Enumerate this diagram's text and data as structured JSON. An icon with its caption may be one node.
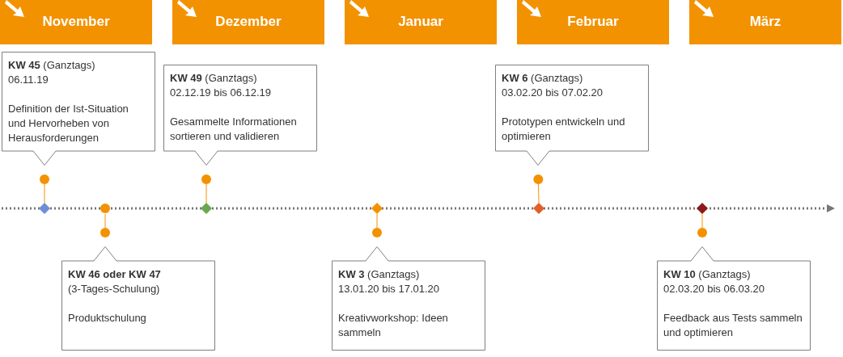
{
  "diagram": {
    "nodes": [
      {
        "text": [
          "November"
        ]
      },
      {
        "text": [
          "Dezember"
        ]
      },
      {
        "text": [
          "Januar"
        ]
      },
      {
        "text": [
          "Februar"
        ]
      },
      {
        "text": [
          "März"
        ]
      },
      {
        "text": [
          "**KW 45** (Ganztags)",
          "06.11.19",
          "Definition der Ist-Situation und Hervorheben von Herausforderungen"
        ]
      },
      {
        "text": [
          "**KW 46 oder KW 47** (3-Tages-Schulung)",
          "Produktschulung"
        ]
      },
      {
        "text": [
          "**KW 49** (Ganztags)",
          "02.12.19 bis 06.12.19",
          "Gesammelte Informationen sortieren und validieren"
        ]
      },
      {
        "text": [
          "**KW 3** (Ganztags)",
          "13.01.20 bis 17.01.20",
          "Kreativworkshop: Ideen sammeln"
        ]
      },
      {
        "text": [
          "**KW 6** (Ganztags)",
          "03.02.20 bis 07.02.20",
          "Prototypen entwickeln und optimieren"
        ]
      },
      {
        "text": [
          "**KW 10** (Ganztags)",
          "02.03.20 bis 06.03.20",
          "Feedback aus Tests sammeln und optimieren"
        ]
      },
      {
        "text": [],
        "shape": "diamond"
      },
      {
        "text": [],
        "shape": "circle"
      },
      {
        "text": [],
        "shape": "diamond"
      },
      {
        "text": [],
        "shape": "diamond"
      },
      {
        "text": [],
        "shape": "diamond"
      },
      {
        "text": [],
        "shape": "diamond"
      }
    ],
    "edges": [
      {
        "from": 5,
        "to": 11,
        "arrow": "other"
      },
      {
        "from": 6,
        "to": 12,
        "arrow": "other"
      },
      {
        "from": 7,
        "to": 13,
        "arrow": "other"
      },
      {
        "from": 8,
        "to": 14,
        "arrow": "other"
      },
      {
        "from": 9,
        "to": 15,
        "arrow": "other"
      },
      {
        "from": 10,
        "to": 16,
        "arrow": "other"
      }
    ]
  }
}
